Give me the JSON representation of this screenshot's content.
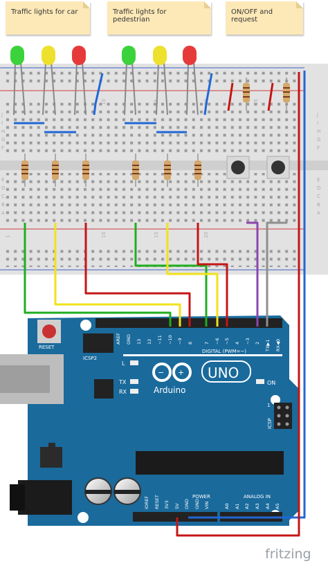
{
  "notes": {
    "car": "Traffic lights for car",
    "pedestrian": "Traffic lights for pedestrian",
    "onoff": "ON/OFF and request"
  },
  "board": {
    "brand": "Arduino",
    "model": "UNO",
    "reset_label": "RESET",
    "icsp2_label": "ICSP2",
    "icsp_label": "ICSP",
    "on_label": "ON",
    "l_label": "L",
    "tx_label": "TX",
    "rx_label": "RX",
    "digital_label": "DIGITAL (PWM=~)",
    "power_label": "POWER",
    "analog_label": "ANALOG IN",
    "aref": "AREF",
    "gnd": "GND",
    "d13": "13",
    "d12": "12",
    "d11": "~11",
    "d10": "~10",
    "d9": "~9",
    "d8": "8",
    "d7": "7",
    "d6": "~6",
    "d5": "~5",
    "d4": "4",
    "d3": "~3",
    "d2": "2",
    "d1": "TX▶1",
    "d0": "RX◀0",
    "ioref": "IOREF",
    "reset_pin": "RESET",
    "v33": "3V3",
    "v5": "5V",
    "gnd1": "GND",
    "gnd2": "GND",
    "vin": "VIN",
    "a0": "A0",
    "a1": "A1",
    "a2": "A2",
    "a3": "A3",
    "a4": "A4",
    "a5": "A5",
    "one": "1"
  },
  "breadboard": {
    "col_10": "10",
    "col_15": "15",
    "col_20": "20",
    "col_25": "25",
    "col_1": "1",
    "rows_top": [
      "J",
      "I",
      "H",
      "G",
      "F"
    ],
    "rows_bottom": [
      "E",
      "D",
      "C",
      "B",
      "A"
    ]
  },
  "watermark": "fritzing",
  "colors": {
    "green_wire": "#1fae1f",
    "yellow_wire": "#f1e21b",
    "red_wire": "#c41515",
    "blue_wire": "#2167d4",
    "purple_wire": "#8c45b0",
    "gray_wire": "#8f8f8f",
    "board": "#1a6a9c",
    "note": "#fde9b8"
  }
}
